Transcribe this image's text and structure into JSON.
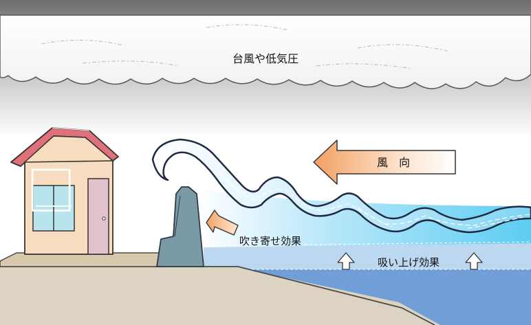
{
  "cloud": {
    "label": "台風や低気圧"
  },
  "wind": {
    "label": "風　向"
  },
  "effects": {
    "wind_setup": "吹き寄せ効果",
    "suction": "吸い上げ効果"
  },
  "colors": {
    "sky_top": "#6e6e6e",
    "sky_bottom": "#ffffff",
    "ground": "#ddd3c2",
    "sea_deep": "#6f9fd6",
    "sea_surge": "#bcd8f0",
    "wave_light": "#8fdcf6",
    "wall": "#7a9aa6",
    "house_wall": "#f7dcc0",
    "roof": "#e0707a",
    "door": "#e2c2cc",
    "arrow_start": "#f2a062"
  }
}
